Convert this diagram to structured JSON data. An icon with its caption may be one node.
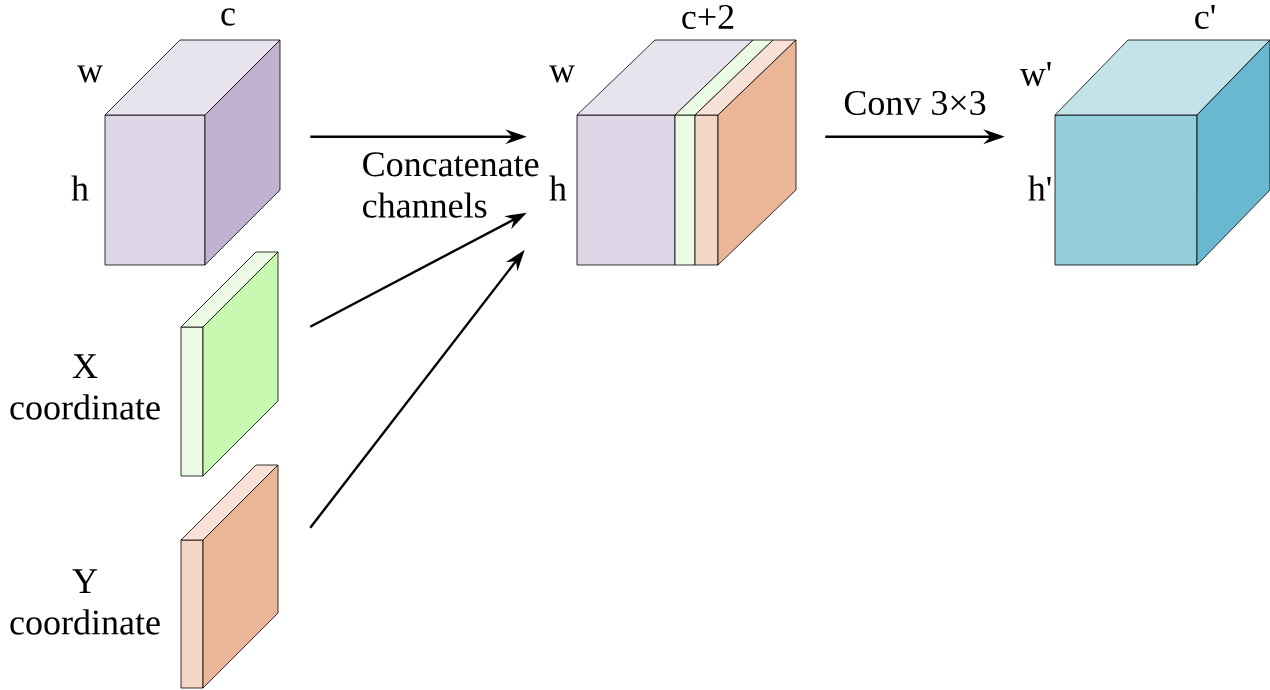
{
  "diagram": {
    "nodes": [
      {
        "text": [],
        "shape": "box",
        "beside": [
          "c",
          "w",
          "h"
        ]
      },
      {
        "text": [],
        "shape": "box",
        "beside": [
          "X coordinate"
        ]
      },
      {
        "text": [],
        "shape": "box",
        "beside": [
          "Y coordinate"
        ]
      },
      {
        "text": [],
        "shape": "box",
        "beside": [
          "c+2",
          "w",
          "h"
        ]
      },
      {
        "text": [],
        "shape": "box",
        "beside": [
          "c'",
          "w'",
          "h'"
        ]
      }
    ],
    "edges": [
      {
        "from": 0,
        "to": 3,
        "arrow": "to",
        "label": "Concatenate channels"
      },
      {
        "from": 1,
        "to": 3,
        "arrow": "to"
      },
      {
        "from": 2,
        "to": 3,
        "arrow": "to"
      },
      {
        "from": 3,
        "to": 4,
        "arrow": "to",
        "label": "Conv 3×3"
      }
    ]
  }
}
